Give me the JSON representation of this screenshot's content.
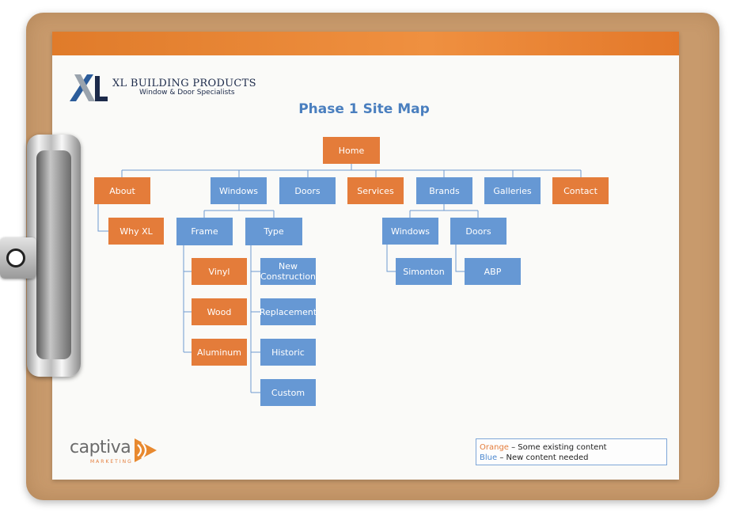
{
  "document": {
    "title": "Phase 1 Site Map",
    "company_logo_title": "XL BUILDING PRODUCTS",
    "company_logo_subtitle": "Window & Door Specialists",
    "agency_logo_name": "captiva",
    "agency_logo_sub": "MARKETING"
  },
  "colors": {
    "orange": "#e47c3a",
    "blue": "#6698d4",
    "title": "#4a7fbf",
    "connector": "#6f9ad0"
  },
  "sitemap": {
    "home": "Home",
    "about": "About",
    "why_xl": "Why XL",
    "windows": "Windows",
    "frame": "Frame",
    "vinyl": "Vinyl",
    "wood": "Wood",
    "aluminum": "Aluminum",
    "type": "Type",
    "new_construction": "New Construction",
    "replacement": "Replacement",
    "historic": "Historic",
    "custom": "Custom",
    "doors": "Doors",
    "services": "Services",
    "brands": "Brands",
    "brands_windows": "Windows",
    "simonton": "Simonton",
    "brands_doors": "Doors",
    "abp": "ABP",
    "galleries": "Galleries",
    "contact": "Contact"
  },
  "legend": {
    "orange_word": "Orange",
    "orange_desc": " – Some existing content",
    "blue_word": "Blue",
    "blue_desc": " – New content needed"
  }
}
